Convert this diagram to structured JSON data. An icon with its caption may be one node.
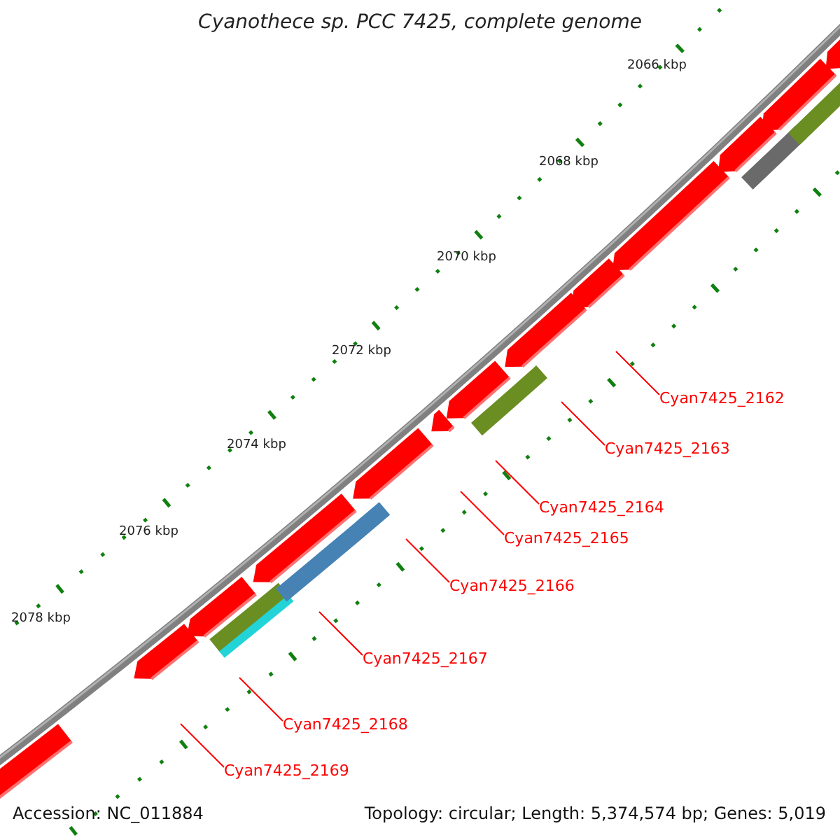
{
  "diagram": {
    "title": "Cyanothece sp. PCC 7425, complete genome",
    "nodes": [
      {
        "text": [
          "Cyan7425_2162"
        ]
      },
      {
        "text": [
          "Cyan7425_2163"
        ]
      },
      {
        "text": [
          "Cyan7425_2164"
        ]
      },
      {
        "text": [
          "Cyan7425_2165"
        ]
      },
      {
        "text": [
          "Cyan7425_2166"
        ]
      },
      {
        "text": [
          "Cyan7425_2167"
        ]
      },
      {
        "text": [
          "Cyan7425_2168"
        ]
      },
      {
        "text": [
          "Cyan7425_2169"
        ]
      }
    ],
    "edges": [
      {
        "from": 0,
        "to": null,
        "arrow": "none"
      },
      {
        "from": 1,
        "to": null,
        "arrow": "none"
      },
      {
        "from": 2,
        "to": null,
        "arrow": "none"
      },
      {
        "from": 3,
        "to": null,
        "arrow": "none"
      },
      {
        "from": 4,
        "to": null,
        "arrow": "none"
      },
      {
        "from": 5,
        "to": null,
        "arrow": "none"
      },
      {
        "from": 6,
        "to": null,
        "arrow": "none"
      },
      {
        "from": 7,
        "to": null,
        "arrow": "none"
      }
    ],
    "labels": [
      "2066 kbp",
      "2068 kbp",
      "2070 kbp",
      "2072 kbp",
      "2074 kbp",
      "2076 kbp",
      "2078 kbp",
      "Accession: NC_011884",
      "Topology: circular; Length: 5,374,574 bp; Genes: 5,019"
    ]
  }
}
